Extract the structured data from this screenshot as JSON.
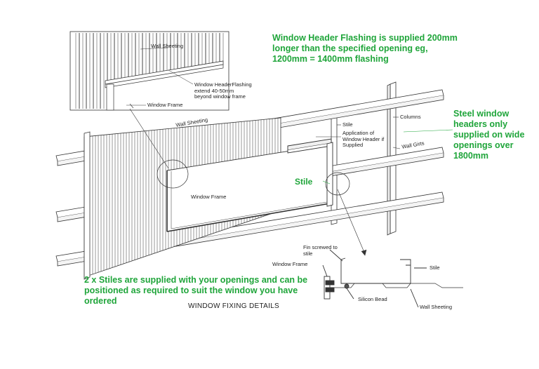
{
  "notes": {
    "header_flashing": "Window Header Flashing is supplied 200mm longer than the specified opening eg, 1200mm = 1400mm flashing",
    "steel_headers": "Steel window headers only supplied on wide openings over 1800mm",
    "stile": "Stile",
    "stiles_supplied": "2 x Stiles are supplied with your openings and can be positioned as required to suit the window you have ordered"
  },
  "labels": {
    "wall_sheeting_detail": "Wall Sheeting",
    "window_header_flashing": "Window HeaderFlashing extend 40-50mm beyond window frame",
    "window_frame_detail": "Window Frame",
    "wall_sheeting_main": "Wall Sheeting",
    "stile_main": "Stile",
    "columns": "Columns",
    "application_header": "Application of Window Header if Supplied",
    "wall_girts": "Wall Girts",
    "window_frame_main": "Window Frame",
    "fin_screwed": "Fin screwed to stile",
    "window_frame_section": "Window Frame",
    "stile_section": "Stile",
    "silicon_bead": "Silicon Bead",
    "wall_sheeting_section": "Wall Sheeting"
  },
  "footer": {
    "title": "WINDOW FIXING DETAILS"
  },
  "colors": {
    "note_green": "#1fa53a",
    "line": "#333333"
  }
}
